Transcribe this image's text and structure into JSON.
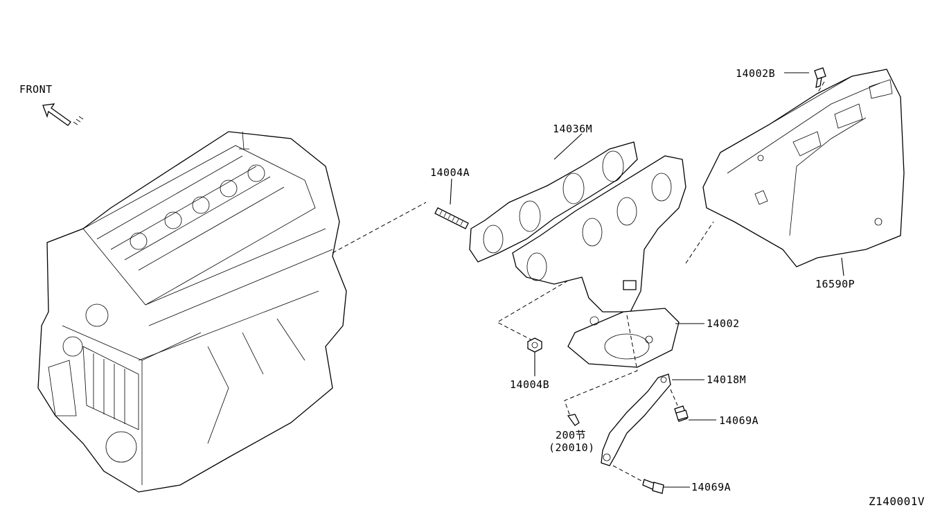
{
  "diagram": {
    "front_label": "FRONT",
    "diagram_id": "Z140001V",
    "callouts": {
      "p14002B": "14002B",
      "p14036M": "14036M",
      "p14004A": "14004A",
      "p16590P": "16590P",
      "p14002": "14002",
      "p14004B": "14004B",
      "p14018M": "14018M",
      "p14069A_upper": "14069A",
      "p14069A_lower": "14069A",
      "ref_section": "200节",
      "ref_code": "(20010)"
    }
  }
}
